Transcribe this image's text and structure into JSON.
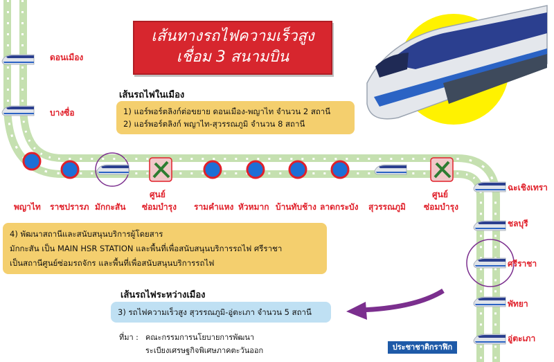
{
  "title": {
    "line1": "เส้นทางรถไฟความเร็วสูง",
    "line2": "เชื่อม 3 สนามบิน"
  },
  "colors": {
    "track": "#c5e0b0",
    "station_red": "#e0202a",
    "station_blue": "#1d6fd6",
    "box_orange": "#f4cf6e",
    "box_blue": "#bfe0f3",
    "arrow": "#7b2f8e",
    "title_bg": "#d7262e"
  },
  "stations_left": [
    "ดอนเมือง",
    "บางซื่อ"
  ],
  "stations_bottom": {
    "phayathai": "พญาไท",
    "ratchaprarop": "ราชปรารภ",
    "makkasan": "มักกะสัน",
    "depot1_line1": "ศูนย์",
    "depot1_line2": "ซ่อมบำรุง",
    "ramkhamhaeng": "รามคำแหง",
    "huamak": "หัวหมาก",
    "banthapchang": "บ้านทับช้าง",
    "latkrabang": "ลาดกระบัง",
    "suvarnabhumi": "สุวรรณภูมิ",
    "depot2_line1": "ศูนย์",
    "depot2_line2": "ซ่อมบำรุง"
  },
  "stations_right": [
    "ฉะเชิงเทรา",
    "ชลบุรี",
    "ศรีราชา",
    "พัทยา",
    "อู่ตะเภา"
  ],
  "city_section": {
    "heading": "เส้นรถไฟในเมือง",
    "items": [
      "1) แอร์พอร์ตลิงก์ต่อขยาย ดอนเมือง-พญาไท จำนวน 2 สถานี",
      "2) แอร์พอร์ตลิงก์ พญาไท-สุวรรณภูมิ จำนวน 8 สถานี"
    ]
  },
  "development": {
    "lines": [
      "4) พัฒนาสถานีและสนับสนุนบริการผู้โดยสาร",
      "มักกะสัน เป็น MAIN HSR STATION และพื้นที่เพื่อสนับสนุนบริการรถไฟ ศรีราชา",
      "เป็นสถานีศูนย์ซ่อมรถจักร และพื้นที่เพื่อสนับสนุนบริการรถไฟ"
    ]
  },
  "intercity_section": {
    "heading": "เส้นรถไฟระหว่างเมือง",
    "item": "3) รถไฟความเร็วสูง สุวรรณภูมิ-อู่ตะเภา จำนวน 5 สถานี"
  },
  "source": {
    "label": "ที่มา :",
    "line1": "คณะกรรมการนโยบายการพัฒนา",
    "line2": "ระเบียงเศรษฐกิจพิเศษภาคตะวันออก"
  },
  "logo": "ประชาชาติกราฟิก"
}
